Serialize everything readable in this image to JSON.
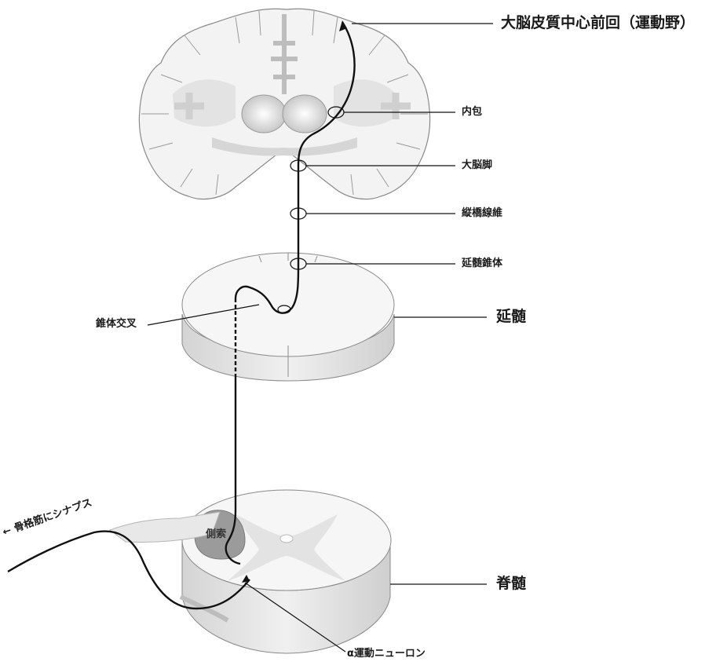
{
  "labels": {
    "precentral_gyrus": "大脳皮質中心前回（運動野）",
    "internal_capsule": "内包",
    "cerebral_peduncle": "大脳脚",
    "pontine_fibers": "縦橋線維",
    "medullary_pyramid": "延髄錐体",
    "medulla": "延髄",
    "pyramidal_decussation": "錐体交叉",
    "lateral_funiculus": "側索",
    "spinal_cord": "脊髄",
    "skeletal_muscle_synapse": "← 骨格筋にシナプス",
    "alpha_motor_neuron": "α運動ニューロン"
  },
  "colors": {
    "tissue_light": "#f3f3f3",
    "tissue_grey": "#d9d9d9",
    "outline": "#8a8a8a",
    "tract_line": "#111111",
    "label_text": "#1a1a1a"
  }
}
